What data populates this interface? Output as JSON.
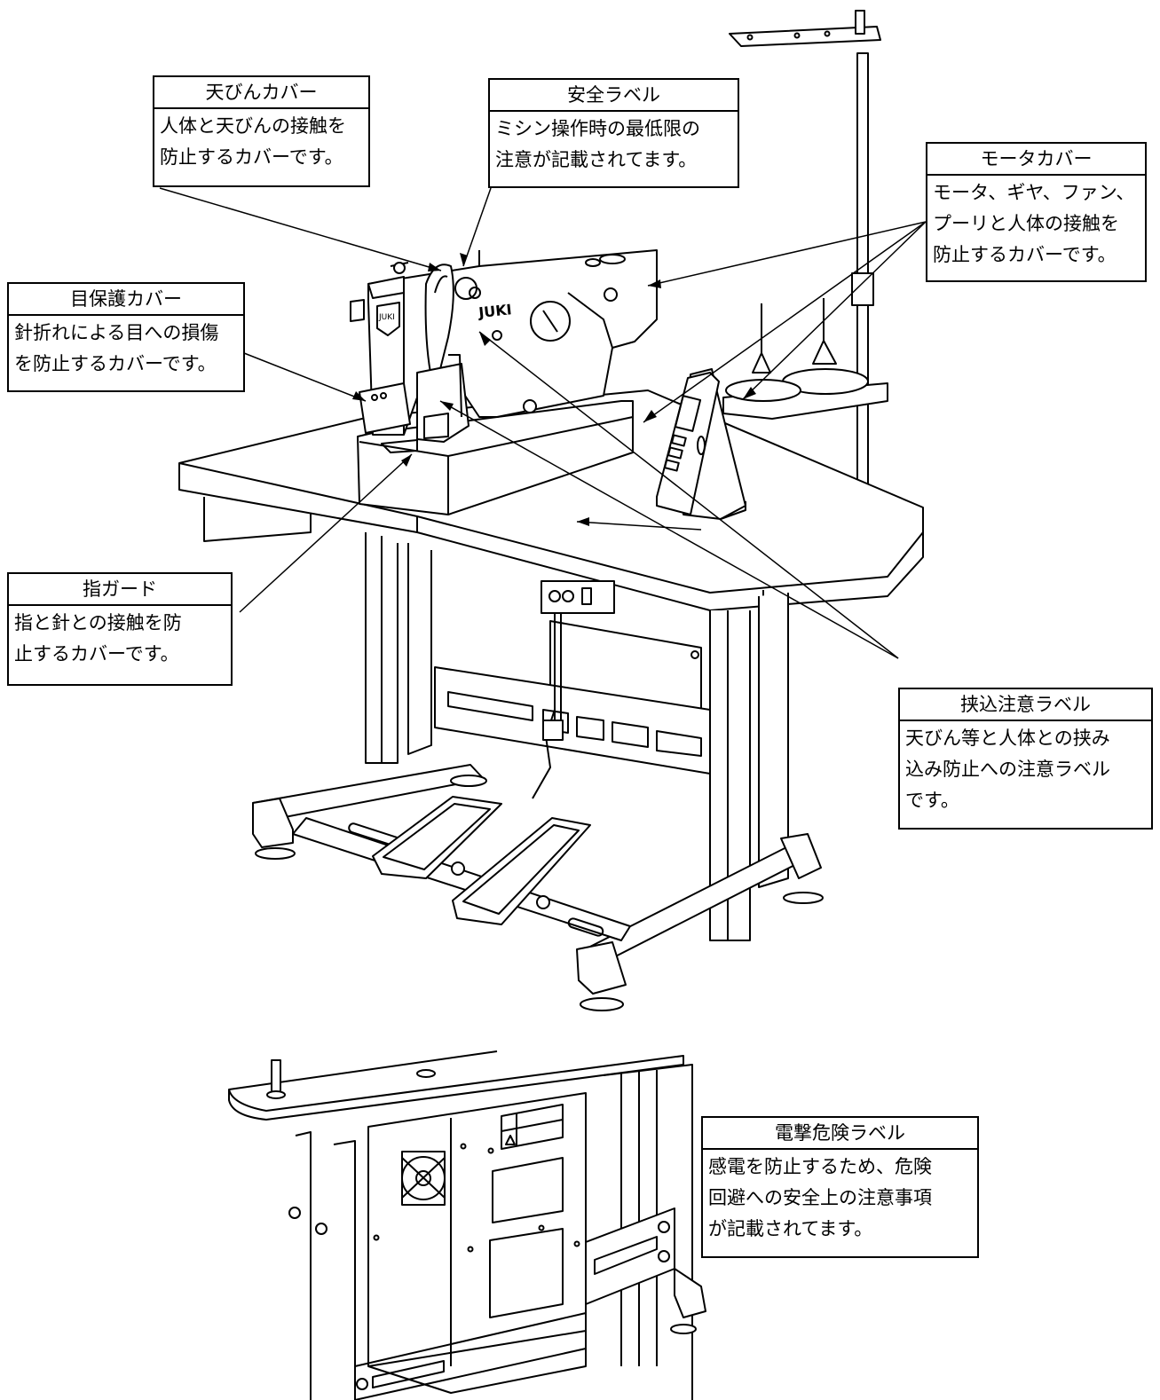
{
  "callouts": {
    "thread_take_up_cover": {
      "title": "天びんカバー",
      "body": "人体と天びんの接触を\n防止するカバーです。"
    },
    "safety_label": {
      "title": "安全ラベル",
      "body": "ミシン操作時の最低限の\n注意が記載されてます。"
    },
    "motor_cover": {
      "title": "モータカバー",
      "body": "モータ、ギヤ、ファン、\nプーリと人体の接触を\n防止するカバーです。"
    },
    "eye_guard": {
      "title": "目保護カバー",
      "body": "針折れによる目への損傷\nを防止するカバーです。"
    },
    "finger_guard": {
      "title": "指ガード",
      "body": "指と針との接触を防\n止するカバーです。"
    },
    "pinch_caution_label": {
      "title": "挟込注意ラベル",
      "body": "天びん等と人体との挟み\n込み防止への注意ラベル\nです。"
    },
    "electric_shock_label": {
      "title": "電撃危険ラベル",
      "body": "感電を防止するため、危険\n回避への安全上の注意事項\nが記載されてます。"
    }
  },
  "machine_logo": "JUKI"
}
